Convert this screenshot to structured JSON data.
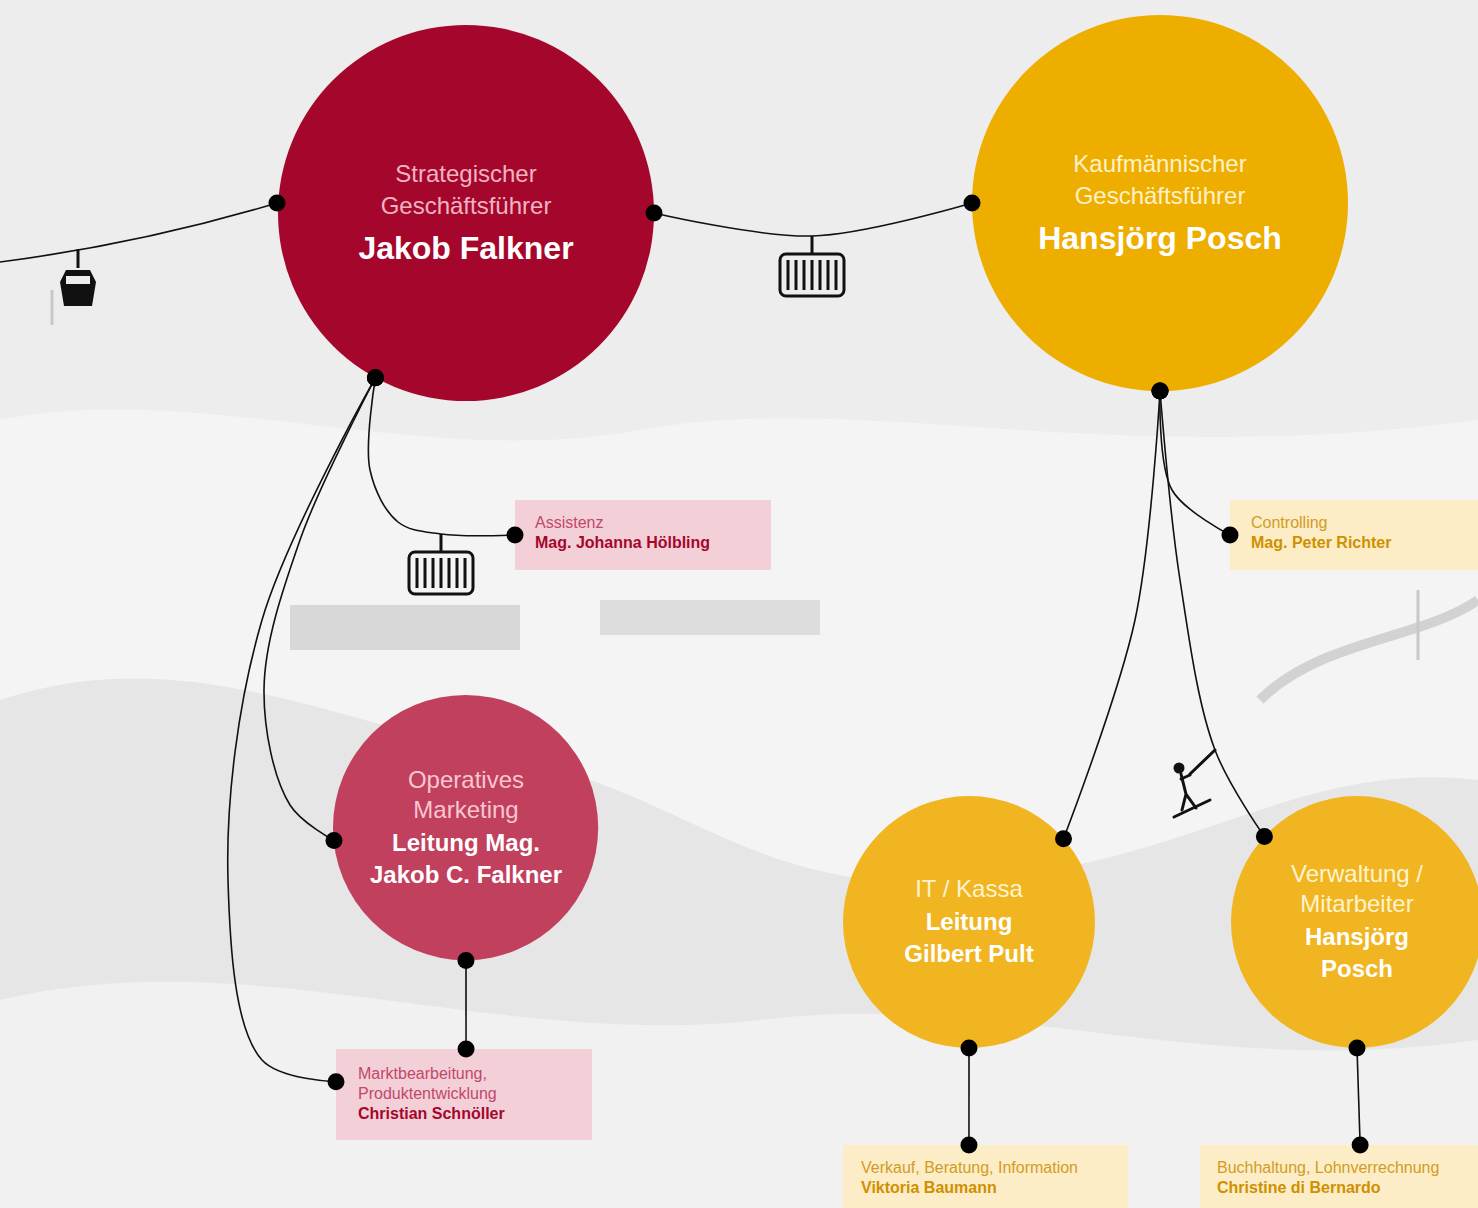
{
  "diagram": {
    "nodes": [
      {
        "text": [
          "Strategischer Geschäftsführer",
          "Jakob Falkner"
        ]
      },
      {
        "text": [
          "Kaufmännischer Geschäftsführer",
          "Hansjörg Posch"
        ]
      },
      {
        "text": [
          "Assistenz",
          "Mag. Johanna Hölbling"
        ]
      },
      {
        "text": [
          "Controlling",
          "Mag. Peter Richter"
        ]
      },
      {
        "text": [
          "Operatives Marketing",
          "Leitung Mag. Jakob C. Falkner"
        ]
      },
      {
        "text": [
          "IT / Kassa",
          "Leitung Gilbert Pult"
        ]
      },
      {
        "text": [
          "Verwaltung / Mitarbeiter",
          "Hansjörg Posch"
        ]
      },
      {
        "text": [
          "Marktbearbeitung, Produktentwicklung",
          "Christian Schnöller"
        ]
      },
      {
        "text": [
          "Verkauf, Beratung, Information",
          "Viktoria Baumann"
        ]
      },
      {
        "text": [
          "Buchhaltung, Lohnverrechnung",
          "Christine di Bernardo"
        ]
      }
    ],
    "edges": [
      {
        "from": 0,
        "to": 1,
        "arrow": "none"
      },
      {
        "from": 0,
        "to": 2,
        "arrow": "none"
      },
      {
        "from": 0,
        "to": 4,
        "arrow": "none"
      },
      {
        "from": 0,
        "to": 7,
        "arrow": "none"
      },
      {
        "from": 1,
        "to": 3,
        "arrow": "none"
      },
      {
        "from": 1,
        "to": 5,
        "arrow": "none"
      },
      {
        "from": 1,
        "to": 6,
        "arrow": "none"
      },
      {
        "from": 4,
        "to": 7,
        "arrow": "none"
      },
      {
        "from": 5,
        "to": 8,
        "arrow": "none"
      },
      {
        "from": 6,
        "to": 9,
        "arrow": "none"
      }
    ]
  }
}
